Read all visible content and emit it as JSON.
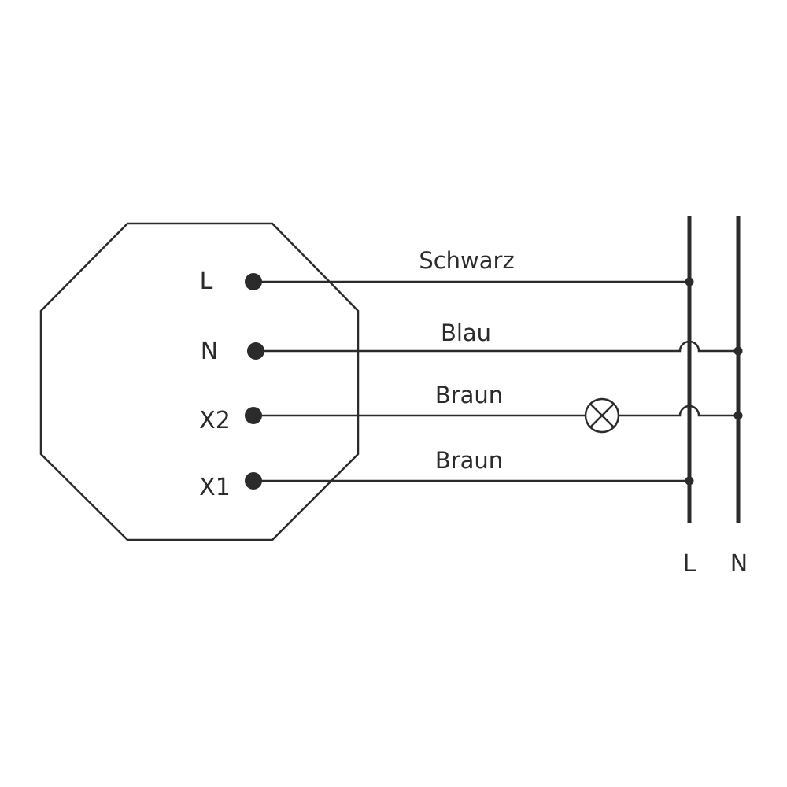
{
  "module": {
    "terminals": [
      {
        "label": "L"
      },
      {
        "label": "N"
      },
      {
        "label": "X2"
      },
      {
        "label": "X1"
      }
    ]
  },
  "wires": [
    {
      "label": "Schwarz"
    },
    {
      "label": "Blau"
    },
    {
      "label": "Braun"
    },
    {
      "label": "Braun"
    }
  ],
  "rails": [
    {
      "label": "L"
    },
    {
      "label": "N"
    }
  ],
  "colors": {
    "stroke": "#2b2b2b",
    "background": "#ffffff"
  }
}
